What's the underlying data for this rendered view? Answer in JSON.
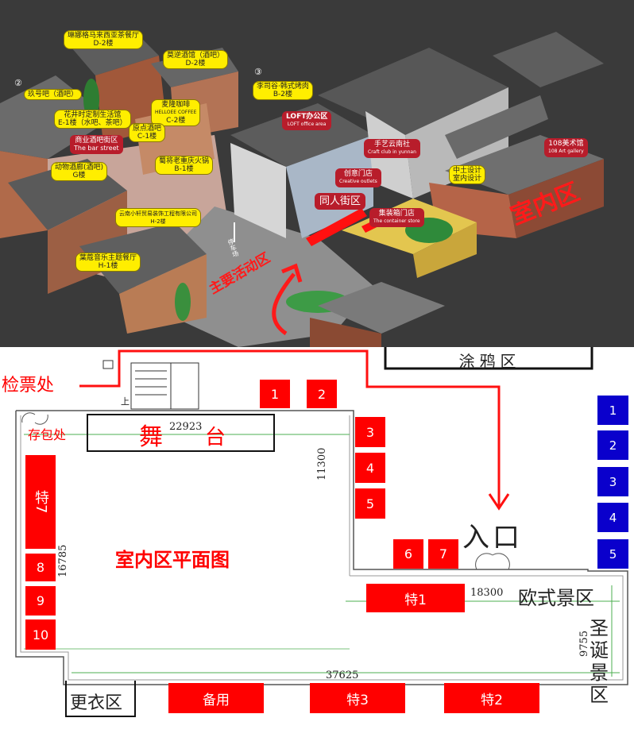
{
  "aerial": {
    "labels_yellow": [
      "琳娜格马来西亚茶餐厅",
      "D-2楼",
      "莫逆酒馆（酒吧）",
      "D-2楼",
      "玖号吧（酒吧）",
      "花井时定制生活馆",
      "E-1楼（水吧、茶吧）",
      "麦隆咖啡",
      "HELLOEE COFFEE",
      "C-2楼",
      "原点酒吧",
      "C-1楼",
      "动物酒廊(酒吧)",
      "G楼",
      "蜀将老重庆火锅",
      "B-1楼",
      "云南小轩贸易装饰工程有限公司",
      "H-2楼",
      "葉蔻音乐主题餐厅",
      "H-1楼",
      "李司谷·韩式烤肉",
      "B-2楼",
      "中土设计",
      "室内设计"
    ],
    "circles": [
      "②",
      "③"
    ],
    "tags_red": {
      "bar_street": "商业酒吧街区",
      "bar_street_en": "The bar street",
      "loft": "LOFT办公区",
      "loft_en": "LOFT office area",
      "craft": "手艺云南社",
      "craft_en": "Craft club in yunnan",
      "creative": "创意门店",
      "creative_en": "Creative outlets",
      "container": "集装箱门店",
      "container_en": "The container store",
      "tongren": "同人街区",
      "art108": "108美术馆",
      "art108_en": "108 Art gallery"
    },
    "indoor": "室内区",
    "main_activity": "主要活动区",
    "path_label": "停车场"
  },
  "plan": {
    "graffiti": "涂鸦区",
    "ticket": "检票处",
    "bag": "存包处",
    "stage_a": "舞",
    "stage_b": "台",
    "stage_dim": "22923",
    "dim_11300": "11300",
    "dim_16785": "16785",
    "dim_18300": "18300",
    "dim_37625": "37625",
    "dim_9755": "9755",
    "title": "室内区平面图",
    "entrance": "入口",
    "euro": "欧式景区",
    "xmas": "圣诞景区",
    "changing": "更衣区",
    "stair_up": "上",
    "red_booths": [
      "1",
      "2",
      "3",
      "4",
      "5",
      "6",
      "7",
      "特7",
      "8",
      "9",
      "10"
    ],
    "special": [
      "特1",
      "备用",
      "特3",
      "特2"
    ],
    "blue_booths": [
      "1",
      "2",
      "3",
      "4",
      "5"
    ]
  },
  "colors": {
    "red": "#ff0000",
    "blue": "#0a00cc",
    "yellow": "#ffee00"
  }
}
